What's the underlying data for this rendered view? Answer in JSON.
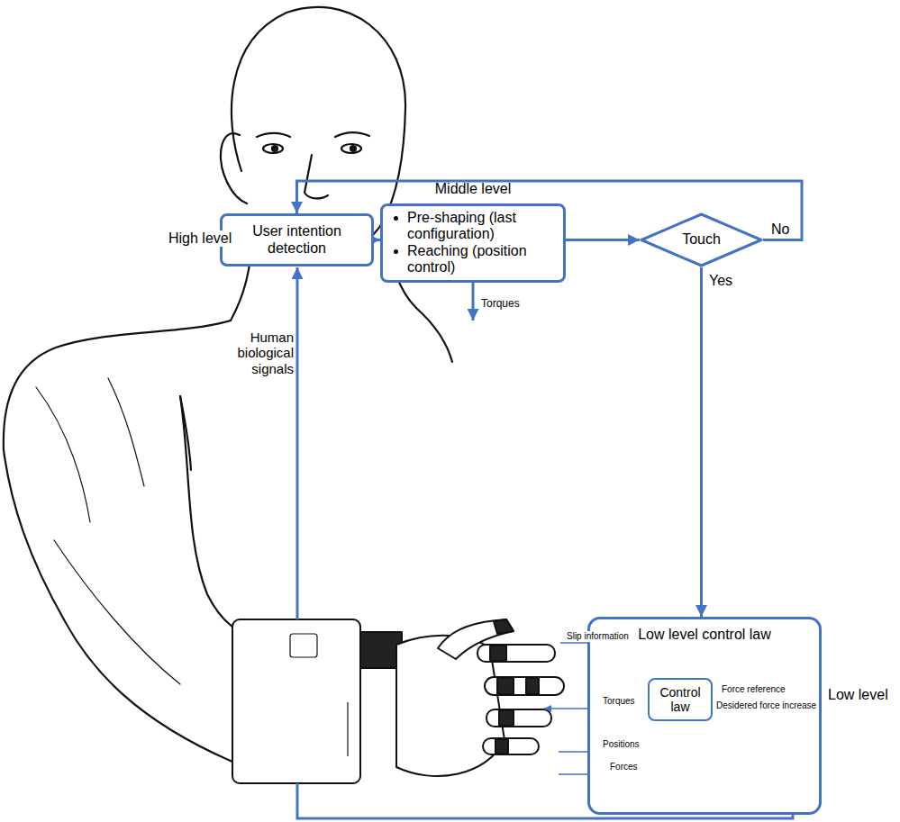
{
  "diagram": {
    "nodes": [
      {
        "text": [
          "User intention detection"
        ]
      },
      {
        "text": [
          "Middle level",
          "Pre-shaping (last configuration)",
          "Reaching (position control)"
        ]
      },
      {
        "text": [
          "Touch"
        ]
      },
      {
        "text": [
          "Low level control law"
        ]
      },
      {
        "text": [
          "Control law"
        ],
        "in": 3
      }
    ],
    "edges": [
      {
        "from": 0,
        "to": 1,
        "arrow": "to"
      },
      {
        "from": 1,
        "to": 2,
        "arrow": "to"
      },
      {
        "from": 2,
        "to": 0,
        "label": "No",
        "arrow": "to"
      },
      {
        "from": 2,
        "to": 3,
        "label": "Yes",
        "arrow": "to"
      }
    ],
    "labels": [
      "High level",
      "Human biological signals",
      "Torques",
      "Low level",
      "Slip information",
      "Torques",
      "Positions",
      "Forces",
      "Force reference",
      "Desidered force increase"
    ]
  }
}
